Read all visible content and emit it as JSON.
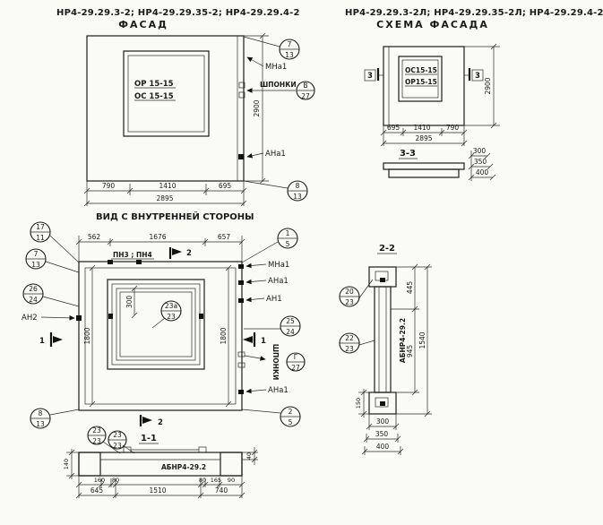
{
  "header": {
    "left_codes": "НР4-29.29.3-2; НР4-29.29.35-2; НР4-29.29.4-2",
    "left_title": "ФАСАД",
    "right_codes": "НР4-29.29.3-2Л; НР4-29.29.35-2Л; НР4-29.29.4-2Л",
    "right_title": "СХЕМА ФАСАДА"
  },
  "facade": {
    "caption": "ВИД С ВНУТРЕННЕЙ СТОРОНЫ",
    "window_mark_1": "ОР 15-15",
    "window_mark_2": "ОС 15-15",
    "dim_left": "790",
    "dim_mid": "1410",
    "dim_right": "695",
    "dim_total": "2895",
    "dim_height": "2900",
    "callout_top": {
      "num": "7",
      "sheet": "13"
    },
    "callout_key": {
      "num": "В",
      "sheet": "27"
    },
    "callout_bottom": {
      "num": "8",
      "sheet": "13"
    },
    "label_mna": "МНа1",
    "label_keys": "ШПОНКИ",
    "label_ana": "АНа1"
  },
  "scheme": {
    "window_mark_1": "ОС15-15",
    "window_mark_2": "ОР15-15",
    "section_mark": "3",
    "dim_left": "695",
    "dim_mid": "1410",
    "dim_right": "790",
    "dim_total": "2895",
    "dim_height": "2900",
    "section_label": "3-3",
    "sec_dims": [
      "300",
      "350",
      "400"
    ]
  },
  "plan": {
    "dim_top": [
      "562",
      "1676",
      "657"
    ],
    "pn_label": "ПН3 ; ПН4",
    "cut2": "2",
    "cut1": "1",
    "dim_300": "300",
    "dim_height_l": "1800",
    "dim_height_r": "1800",
    "callout_17": {
      "num": "17",
      "sheet": "11"
    },
    "callout_7": {
      "num": "7",
      "sheet": "13"
    },
    "callout_26": {
      "num": "26",
      "sheet": "24"
    },
    "callout_8": {
      "num": "8",
      "sheet": "13"
    },
    "callout_1": {
      "num": "1",
      "sheet": "5"
    },
    "callout_25": {
      "num": "25",
      "sheet": "24"
    },
    "callout_2": {
      "num": "2",
      "sheet": "5"
    },
    "callout_23a": {
      "num": "23а",
      "sheet": "23"
    },
    "callout_key": {
      "num": "Г",
      "sheet": "27"
    },
    "label_an2": "АН2",
    "label_mna": "МНа1",
    "label_ana_top": "АНа1",
    "label_an1": "АН1",
    "label_keys": "ШПОНКИ",
    "label_ana_bot": "АНа1",
    "caption": "1-1"
  },
  "section11": {
    "callout_a": {
      "num": "23",
      "sheet": "23"
    },
    "callout_b": {
      "num": "23",
      "sheet": "23"
    },
    "product_mark": "АБНР4-29.2",
    "dim_40": "40",
    "dim_140": "140",
    "dims_row1": [
      "160",
      "80",
      "80",
      "165",
      "90"
    ],
    "dims_row2": [
      "645",
      "1510",
      "740"
    ]
  },
  "section22": {
    "title": "2-2",
    "callout_20": {
      "num": "20",
      "sheet": "23"
    },
    "callout_22": {
      "num": "22",
      "sheet": "23"
    },
    "product_mark": "АБНР4-29.2",
    "dim_445": "445",
    "dim_945": "945",
    "dim_1540": "1540",
    "dim_150": "150",
    "widths": [
      "300",
      "350",
      "400"
    ]
  }
}
